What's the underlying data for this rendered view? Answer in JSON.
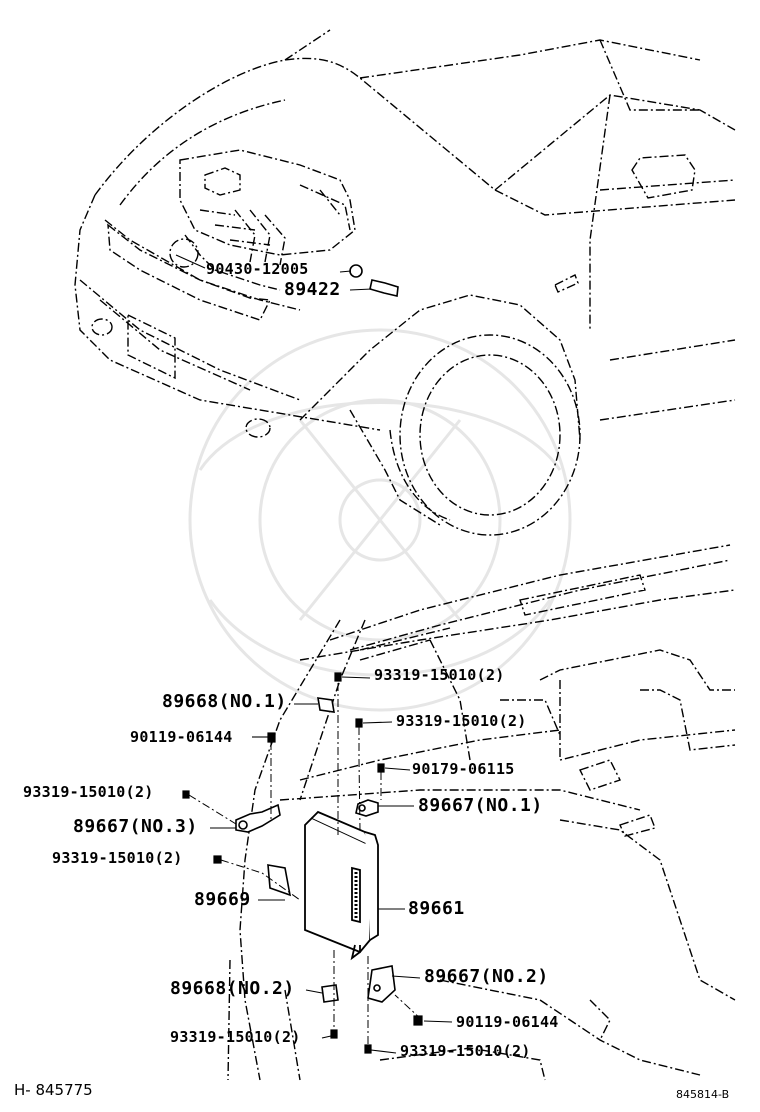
{
  "labels": {
    "p90430": "90430-12005",
    "p89422": "89422",
    "p93319_top": "93319-15010(2)",
    "p89668_no1": "89668(NO.1)",
    "p93319_mid": "93319-15010(2)",
    "p90119_top": "90119-06144",
    "p90179": "90179-06115",
    "p93319_left1": "93319-15010(2)",
    "p89667_no1": "89667(NO.1)",
    "p89667_no3": "89667(NO.3)",
    "p93319_left2": "93319-15010(2)",
    "p89669": "89669",
    "p89661": "89661",
    "p89667_no2": "89667(NO.2)",
    "p89668_no2": "89668(NO.2)",
    "p90119_bottom": "90119-06144",
    "p93319_bottom_left": "93319-15010(2)",
    "p93319_bottom_right": "93319-15010(2)"
  },
  "footer": {
    "left_code": "H- 845775",
    "right_code": "845814-B"
  }
}
